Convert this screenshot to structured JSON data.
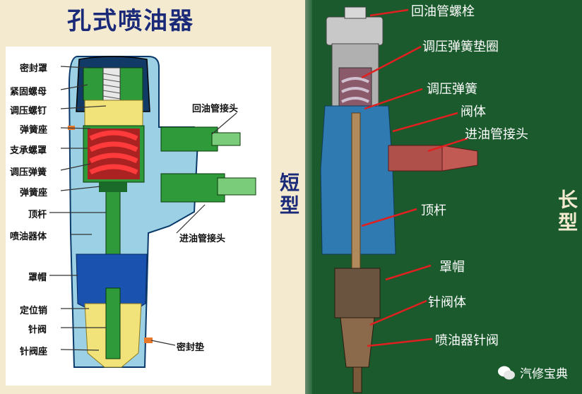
{
  "title": "孔式喷油器",
  "short_type": "短型",
  "long_type": "长型",
  "left_labels": {
    "seal_cover": "密封罩",
    "lock_nut": "紧固螺母",
    "adjust_screw": "调压螺钉",
    "spring_seat_top": "弹簧座",
    "support_cap": "支承螺罩",
    "adjust_spring": "调压弹簧",
    "spring_seat_bottom": "弹簧座",
    "push_rod": "顶杆",
    "injector_body": "喷油器体",
    "cap_nut": "罩帽",
    "locating_pin": "定位销",
    "needle_valve": "针阀",
    "needle_seat": "针阀座",
    "return_fitting": "回油管接头",
    "inlet_fitting": "进油管接头",
    "seal_gasket": "密封垫"
  },
  "right_labels": {
    "return_bolt": "回油管螺栓",
    "spring_washer": "调压弹簧垫圈",
    "adjust_spring": "调压弹簧",
    "valve_body": "阀体",
    "inlet_fitting": "进油管接头",
    "push_rod": "顶杆",
    "cap_nut": "罩帽",
    "needle_body": "针阀体",
    "injector_needle": "喷油器针阀"
  },
  "watermark": "汽修宝典",
  "colors": {
    "title": "#1a2a78",
    "right_bg": "#1a5a2c",
    "pointer_red": "#e02020",
    "body_blue": "#9cd0e4",
    "body_green": "#2e9a3a",
    "body_yellow": "#f2e27a"
  }
}
